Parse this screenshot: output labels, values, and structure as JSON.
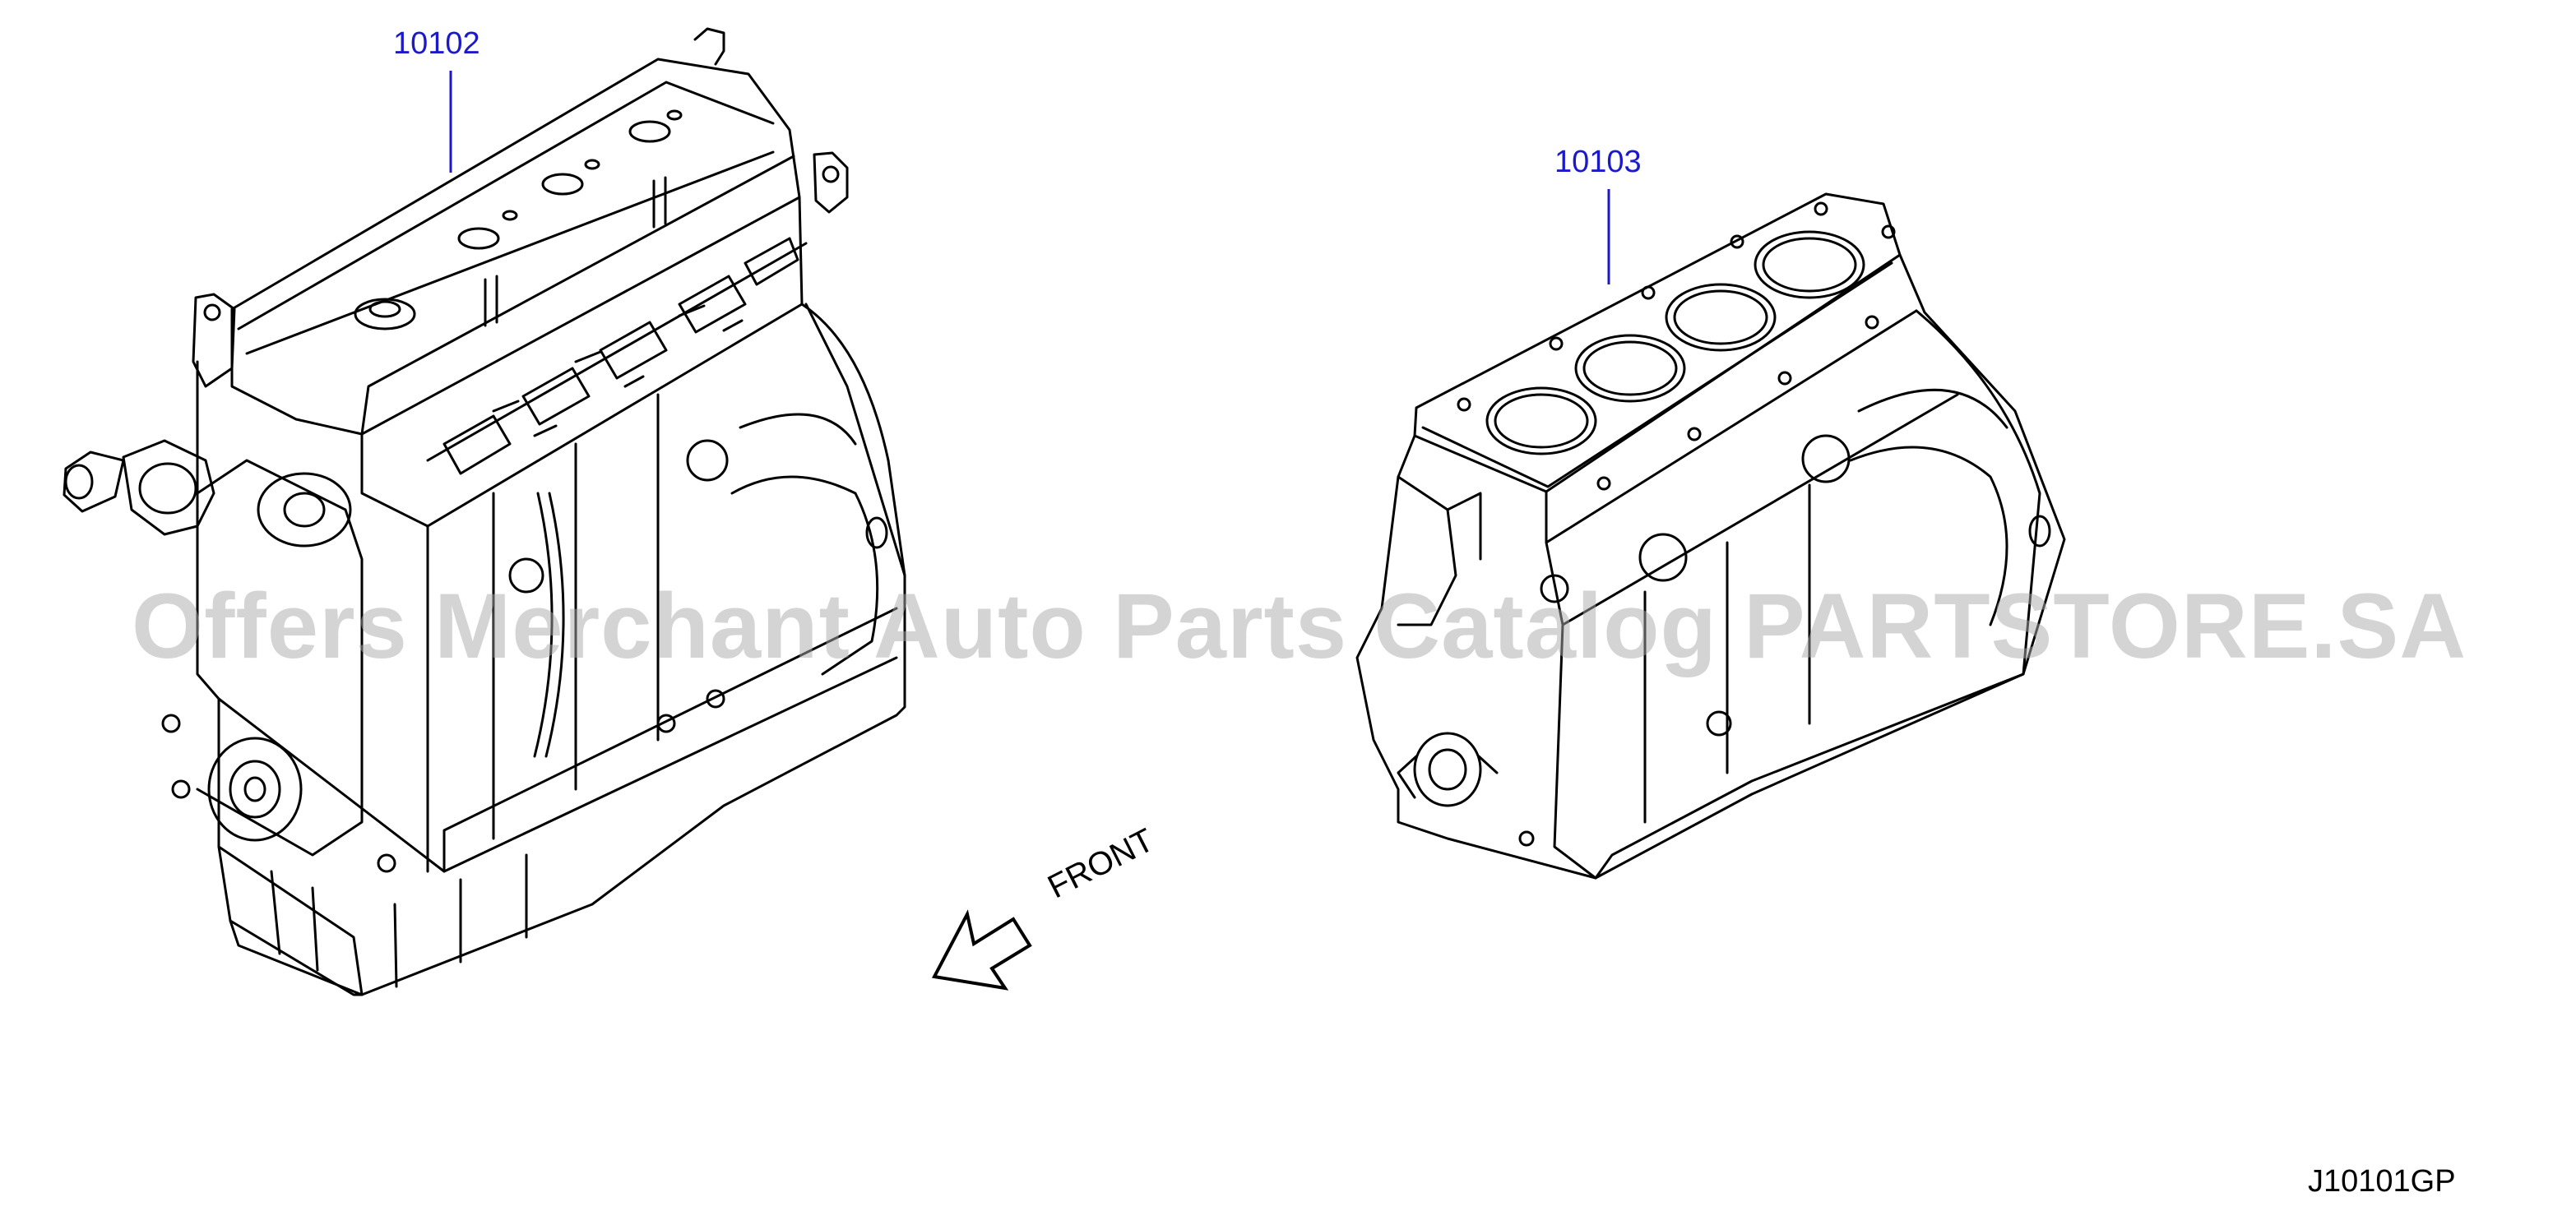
{
  "callouts": [
    {
      "part_number": "10102"
    },
    {
      "part_number": "10103"
    }
  ],
  "front_label": "FRONT",
  "watermark": "Offers Merchant Auto Parts Catalog PARTSTORE.SA",
  "figure_code": "J10101GP",
  "colors": {
    "line": "#000000",
    "callout_text": "#1a1acc",
    "leader_line": "#1a1acc",
    "watermark": "#aaaaaa",
    "background": "#ffffff"
  }
}
